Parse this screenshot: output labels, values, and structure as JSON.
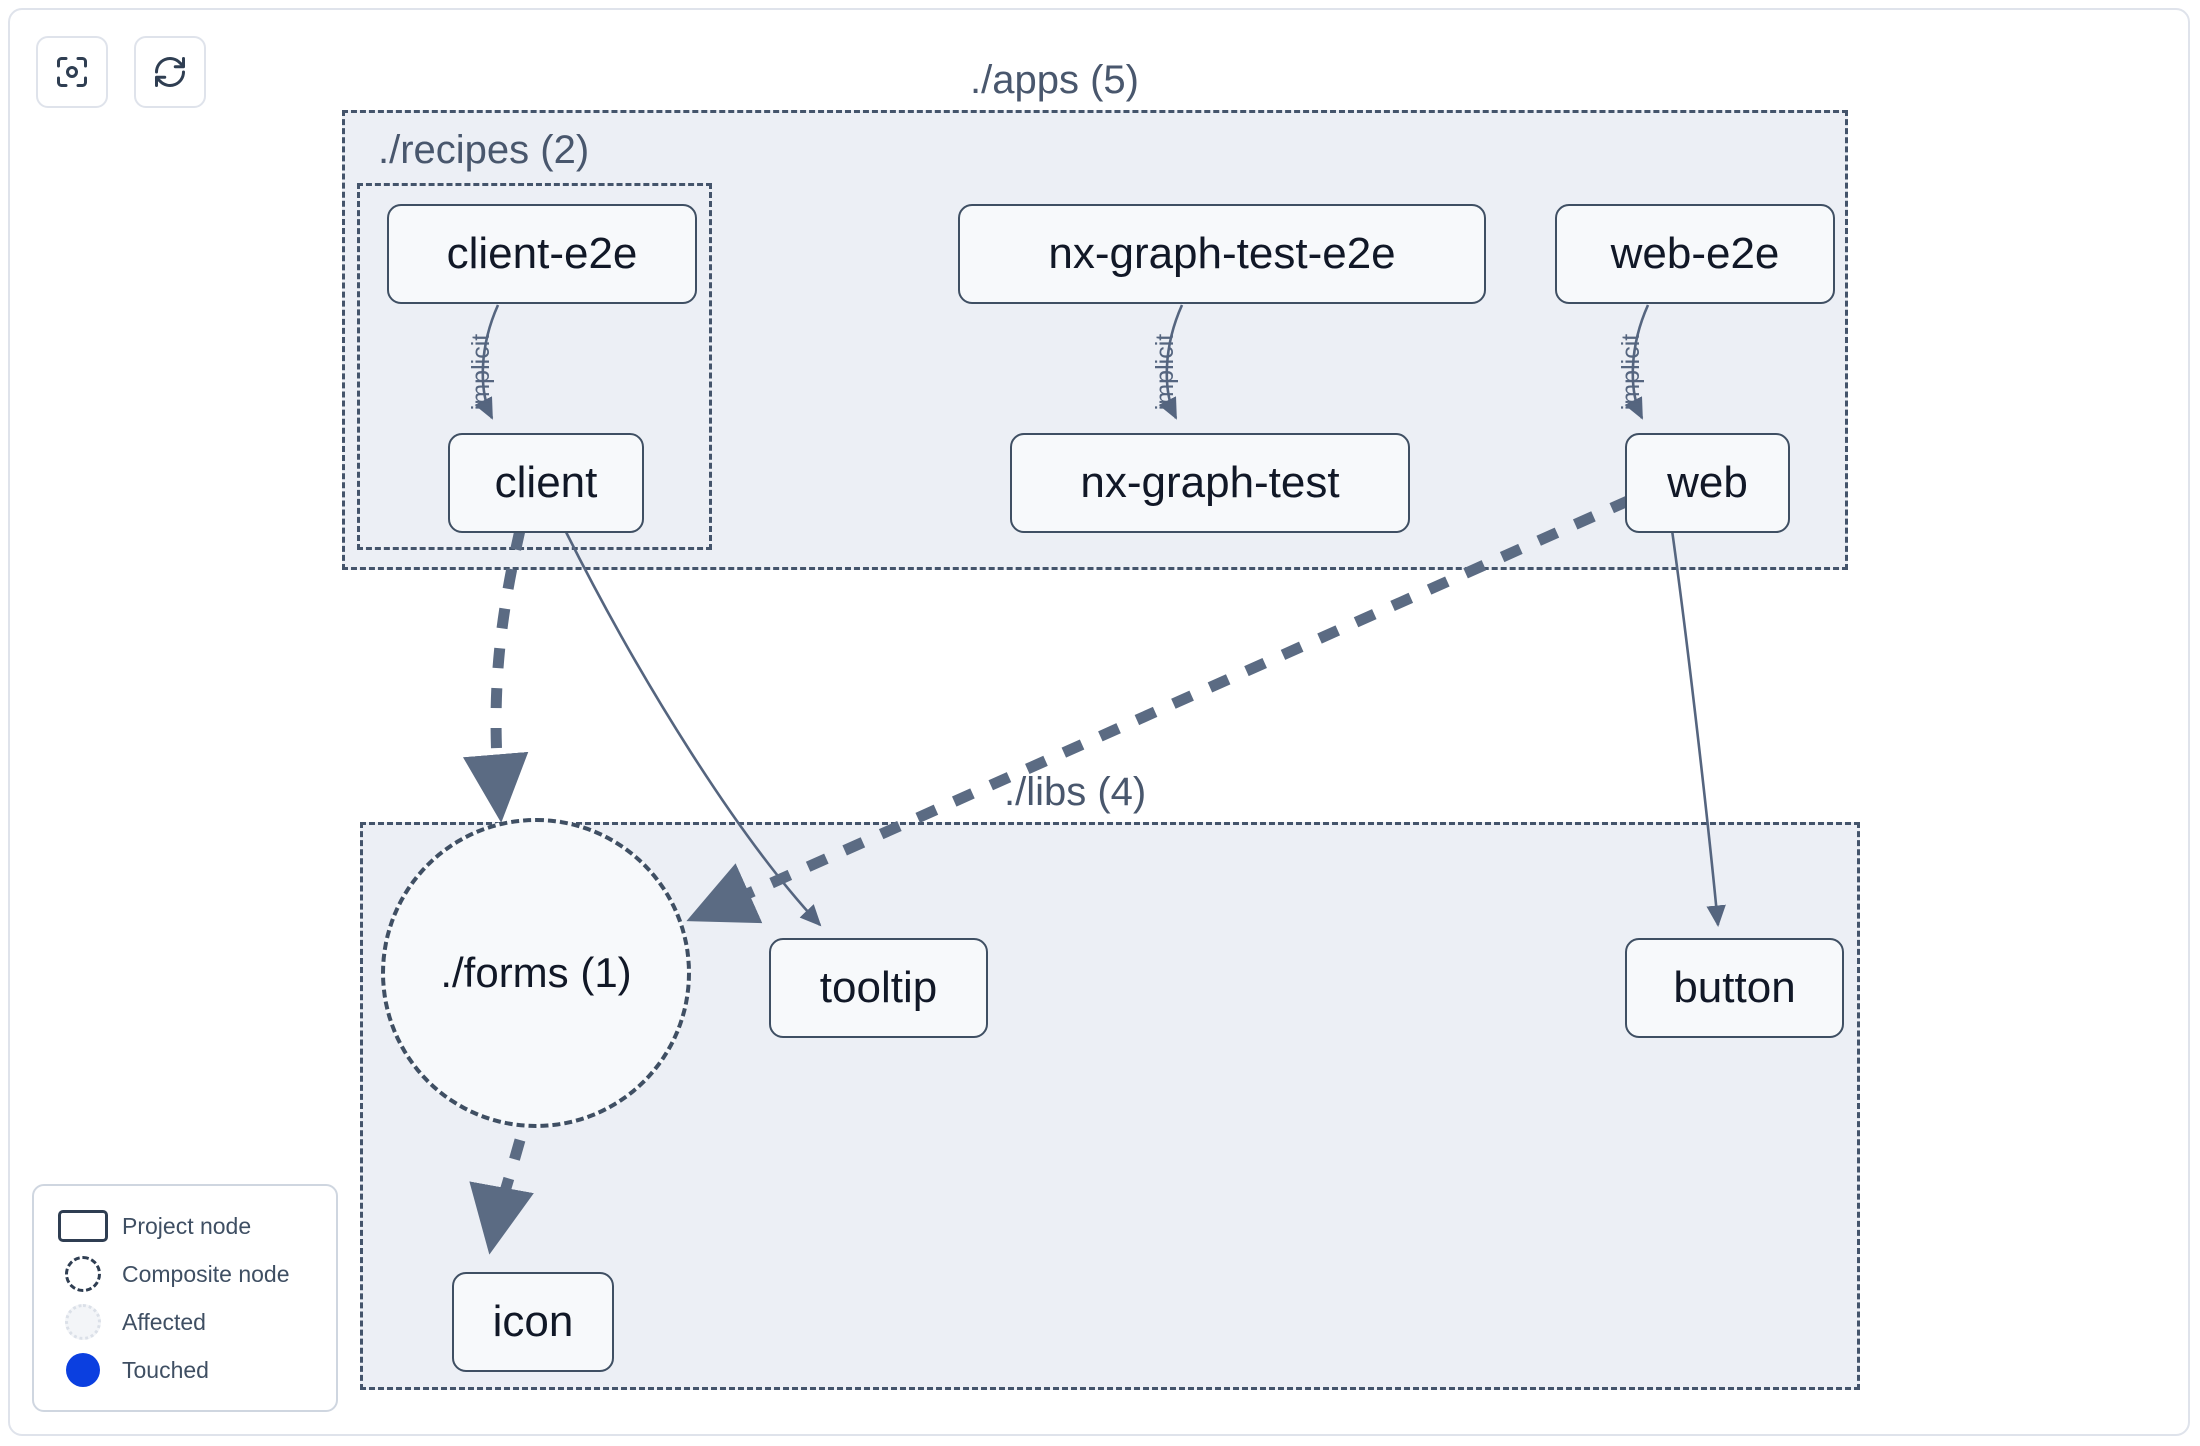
{
  "toolbar": {
    "buttons": [
      {
        "name": "focus-graph-button",
        "icon": "focus-target-icon",
        "label": ""
      },
      {
        "name": "refresh-graph-button",
        "icon": "refresh-icon",
        "label": ""
      }
    ]
  },
  "graph": {
    "groups": [
      {
        "id": "apps",
        "label": "./apps (5)",
        "count": 5
      },
      {
        "id": "recipes",
        "label": "./recipes (2)",
        "count": 2
      },
      {
        "id": "libs",
        "label": "./libs (4)",
        "count": 4
      }
    ],
    "nodes": [
      {
        "id": "client-e2e",
        "label": "client-e2e",
        "type": "project",
        "group": "recipes"
      },
      {
        "id": "nx-graph-test-e2e",
        "label": "nx-graph-test-e2e",
        "type": "project",
        "group": "apps"
      },
      {
        "id": "web-e2e",
        "label": "web-e2e",
        "type": "project",
        "group": "apps"
      },
      {
        "id": "client",
        "label": "client",
        "type": "project",
        "group": "recipes"
      },
      {
        "id": "nx-graph-test",
        "label": "nx-graph-test",
        "type": "project",
        "group": "apps"
      },
      {
        "id": "web",
        "label": "web",
        "type": "project",
        "group": "apps"
      },
      {
        "id": "forms",
        "label": "./forms (1)",
        "type": "composite",
        "group": "libs"
      },
      {
        "id": "tooltip",
        "label": "tooltip",
        "type": "project",
        "group": "libs"
      },
      {
        "id": "button",
        "label": "button",
        "type": "project",
        "group": "libs"
      },
      {
        "id": "icon",
        "label": "icon",
        "type": "project",
        "group": "libs"
      }
    ],
    "edges": [
      {
        "from": "client-e2e",
        "to": "client",
        "label": "implicit",
        "style": "solid"
      },
      {
        "from": "nx-graph-test-e2e",
        "to": "nx-graph-test",
        "label": "implicit",
        "style": "solid"
      },
      {
        "from": "web-e2e",
        "to": "web",
        "label": "implicit",
        "style": "solid"
      },
      {
        "from": "client",
        "to": "forms",
        "label": "",
        "style": "dashed"
      },
      {
        "from": "client",
        "to": "tooltip",
        "label": "",
        "style": "solid"
      },
      {
        "from": "web",
        "to": "forms",
        "label": "",
        "style": "dashed"
      },
      {
        "from": "web",
        "to": "button",
        "label": "",
        "style": "solid"
      },
      {
        "from": "forms",
        "to": "icon",
        "label": "",
        "style": "dashed"
      }
    ]
  },
  "legend": {
    "items": [
      {
        "key": "project-node",
        "label": "Project node"
      },
      {
        "key": "composite-node",
        "label": "Composite node"
      },
      {
        "key": "affected",
        "label": "Affected"
      },
      {
        "key": "touched",
        "label": "Touched"
      }
    ]
  },
  "colors": {
    "group_fill": "#eceff5",
    "group_border": "#44546b",
    "node_fill": "#f7f9fb",
    "node_border": "#3f4f63",
    "node_text": "#111827",
    "edge": "#55657f",
    "touched": "#0b3fe0",
    "panel_border": "#dfe3eb"
  }
}
